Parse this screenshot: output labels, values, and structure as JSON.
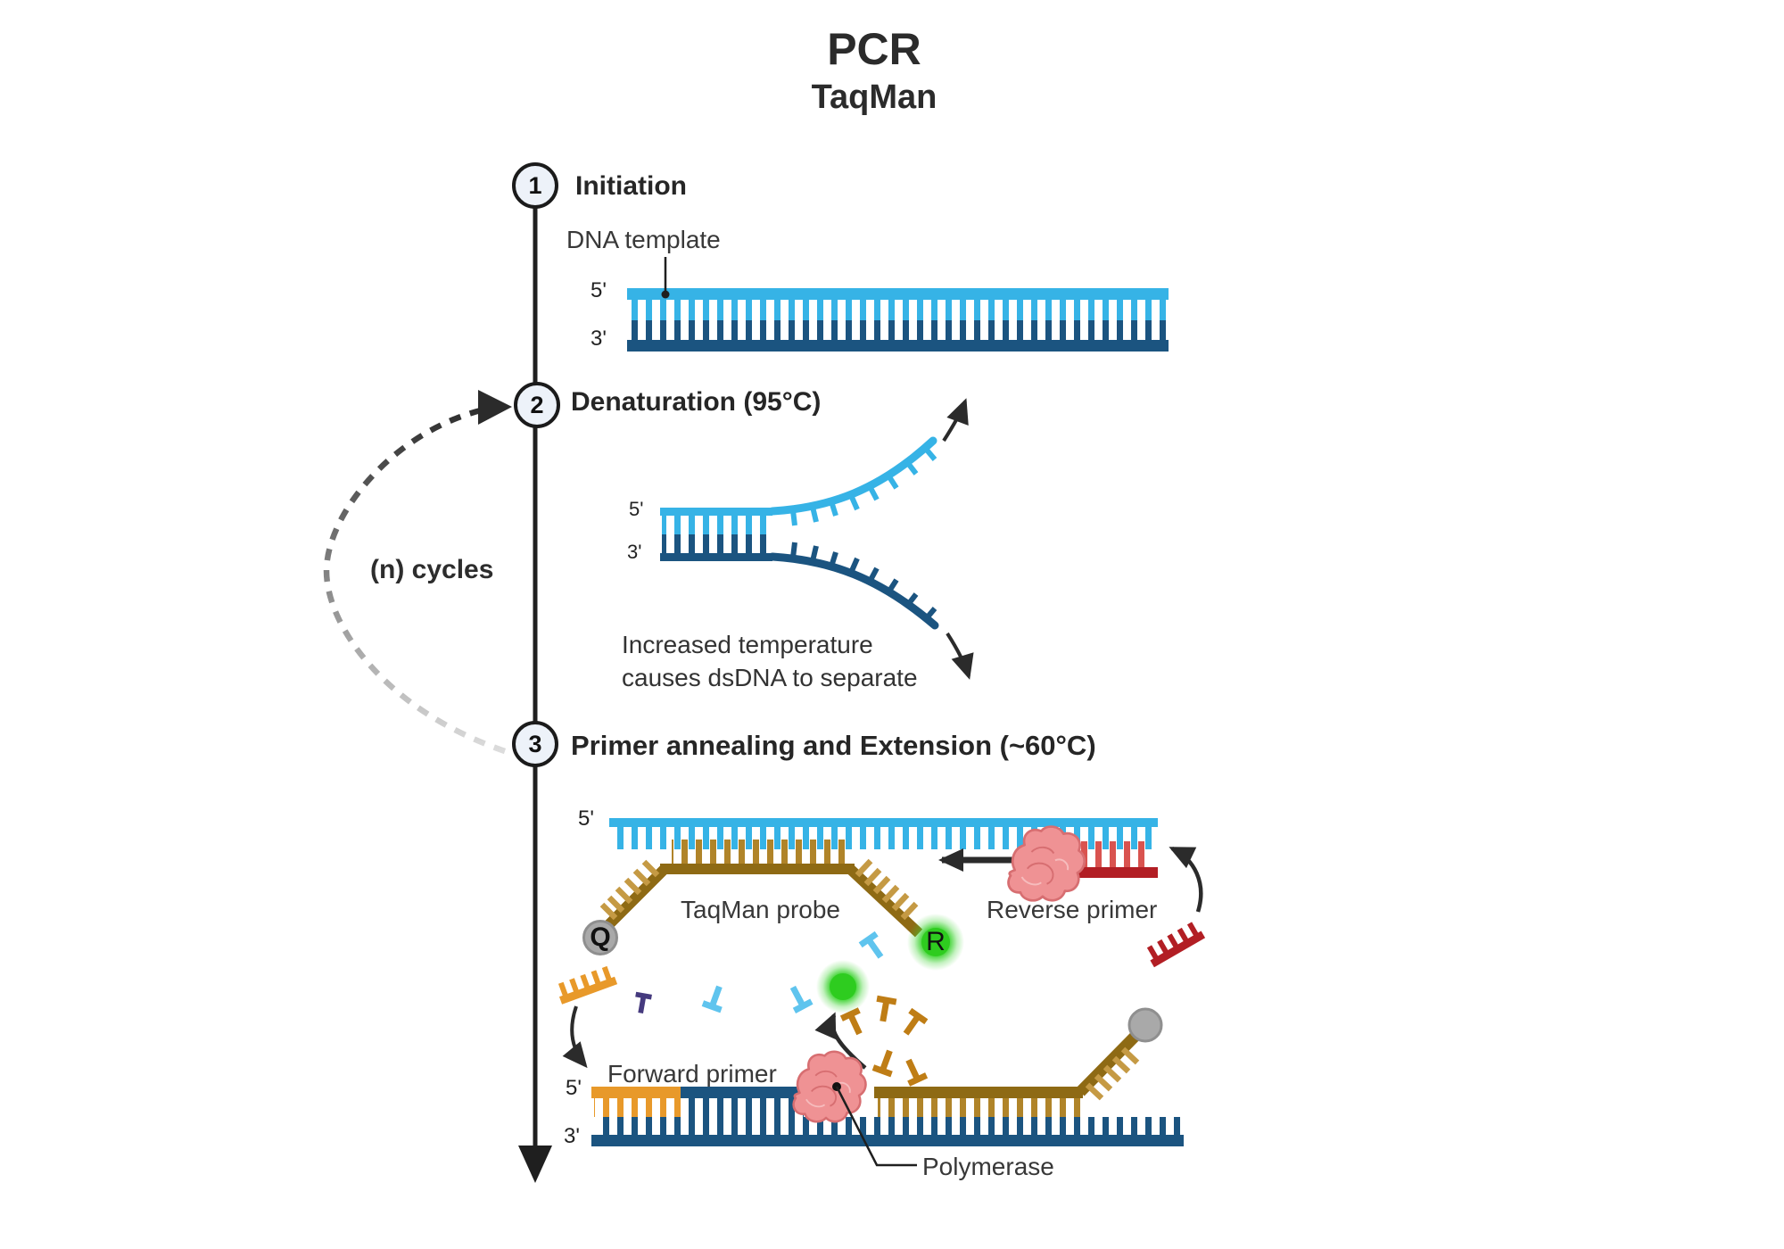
{
  "title": {
    "line1": "PCR",
    "line2": "TaqMan"
  },
  "timeline": {
    "cycles_label": "(n) cycles",
    "steps": [
      {
        "number": "1",
        "heading": "Initiation"
      },
      {
        "number": "2",
        "heading": "Denaturation (95°C)"
      },
      {
        "number": "3",
        "heading": "Primer annealing and Extension (~60°C)"
      }
    ]
  },
  "prime": {
    "five": "5'",
    "three": "3'"
  },
  "step1": {
    "dna_template_label": "DNA template"
  },
  "step2": {
    "caption_line1": "Increased temperature",
    "caption_line2": "causes dsDNA to separate"
  },
  "step3": {
    "taqman_probe_label": "TaqMan probe",
    "reverse_primer_label": "Reverse primer",
    "forward_primer_label": "Forward primer",
    "polymerase_label": "Polymerase",
    "quencher_letter": "Q",
    "reporter_letter": "R"
  },
  "colors": {
    "template_top_strand": "#36b3e6",
    "template_bottom_strand": "#1b5480",
    "probe_strand": "#8e6a14",
    "probe_teeth": "#c59a44",
    "forward_primer": "#e8992a",
    "reverse_primer_bar": "#b21e24",
    "reverse_primer_teeth": "#d9534f",
    "polymerase_body": "#ef9294",
    "polymerase_outline": "#d76e71",
    "reporter_green": "#35d128",
    "quencher_gray": "#a9a9a9",
    "nucleotide_blue": "#5fc4ee",
    "nucleotide_purple": "#453a7e",
    "nucleotide_gold": "#bf7d15",
    "timeline_black": "#1f1f1f"
  }
}
